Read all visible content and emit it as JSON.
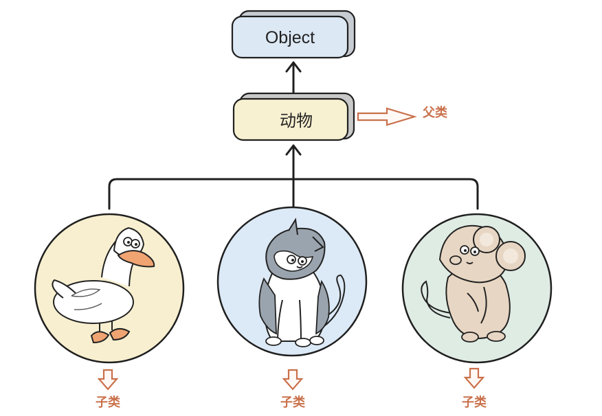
{
  "diagram": {
    "nodes": {
      "root": {
        "label": "Object"
      },
      "parent": {
        "label": "动物"
      },
      "children": [
        {
          "key": "duck",
          "annotation": "子类"
        },
        {
          "key": "cat",
          "annotation": "子类"
        },
        {
          "key": "mouse",
          "annotation": "子类"
        }
      ]
    },
    "annotations": {
      "parent_label": "父类"
    },
    "colors": {
      "root_fill": "#dce8f4",
      "parent_fill": "#f8f1d1",
      "duck_circle": "#f7efcf",
      "cat_circle": "#dce9f6",
      "mouse_circle": "#dfece4",
      "accent": "#c9704a"
    }
  }
}
